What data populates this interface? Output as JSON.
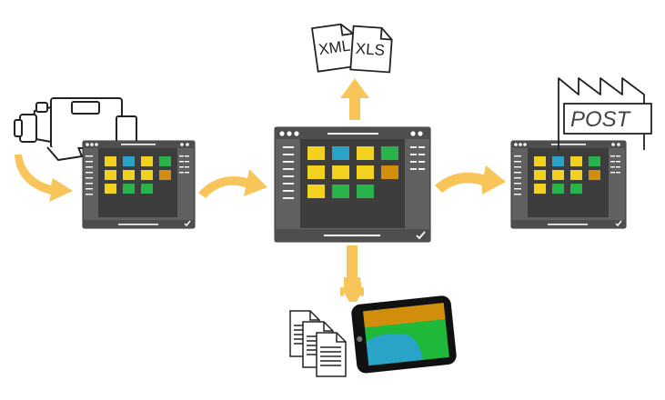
{
  "diagram": {
    "colors": {
      "arrow": "#f8c55a",
      "window_body": "#616161",
      "window_bar": "#4e4e4e",
      "window_panel": "#3d3d3d",
      "window_border": "#2e2e2e",
      "outline": "#222222",
      "tablet_orange": "#d08e0c",
      "tablet_green": "#1fb83a",
      "tablet_blue": "#2aa3c9"
    },
    "icons": {
      "camera": "video-camera-icon",
      "files": "xml-xls-files-icon",
      "factory": "factory-icon",
      "documents": "documents-icon",
      "tablet": "tablet-icon",
      "hand": "pointing-hand-icon"
    },
    "labels": {
      "xml": "XML",
      "xls": "XLS",
      "post": "POST"
    }
  }
}
